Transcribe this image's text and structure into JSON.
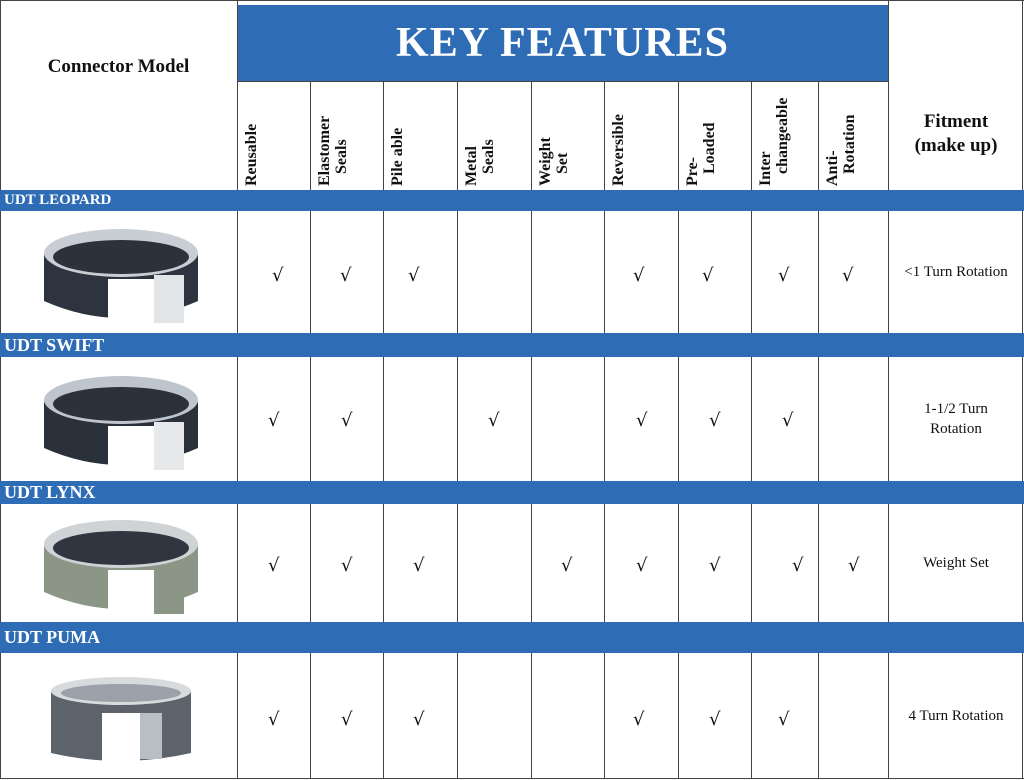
{
  "corner_label": "Connector Model",
  "banner": "KEY FEATURES",
  "feature_headers": [
    [
      "Reusable"
    ],
    [
      "Elastomer",
      "Seals"
    ],
    [
      "Pile able"
    ],
    [
      "Metal",
      "Seals"
    ],
    [
      "Weight",
      "Set"
    ],
    [
      "Reversible"
    ],
    [
      "Pre-",
      "Loaded"
    ],
    [
      "Inter",
      "changeable"
    ],
    [
      "Anti-",
      "Rotation"
    ]
  ],
  "fitment_header": [
    "Fitment",
    "(make up)"
  ],
  "check_mark": "√",
  "rows": [
    {
      "name": "UDT LEOPARD",
      "checks": [
        true,
        true,
        true,
        false,
        false,
        true,
        true,
        true,
        true
      ],
      "fitment": [
        "<1 Turn Rotation"
      ],
      "ring": {
        "body": "#2d3440",
        "inner": "#c9ced4",
        "accent": "#e2e5e8"
      }
    },
    {
      "name": "UDT SWIFT",
      "checks": [
        true,
        true,
        false,
        true,
        false,
        true,
        true,
        true,
        false
      ],
      "fitment": [
        "1-1/2 Turn",
        "Rotation"
      ],
      "ring": {
        "body": "#2a313b",
        "inner": "#bfc5cc",
        "accent": "#e6e8ea"
      }
    },
    {
      "name": "UDT LYNX",
      "checks": [
        true,
        true,
        true,
        false,
        true,
        true,
        true,
        true,
        true
      ],
      "fitment": [
        "Weight Set"
      ],
      "ring": {
        "body": "#8c9687",
        "inner": "#cfd3d6",
        "accent": "#2f3640"
      }
    },
    {
      "name": "UDT PUMA",
      "checks": [
        true,
        true,
        true,
        false,
        false,
        true,
        true,
        true,
        false
      ],
      "fitment": [
        "4 Turn Rotation"
      ],
      "ring": {
        "body": "#5c636b",
        "inner": "#d8dbde",
        "accent": "#b8bec4"
      }
    }
  ],
  "colors": {
    "banner": "#2e6db5",
    "text_on_banner": "#ffffff",
    "grid": "#444444"
  }
}
